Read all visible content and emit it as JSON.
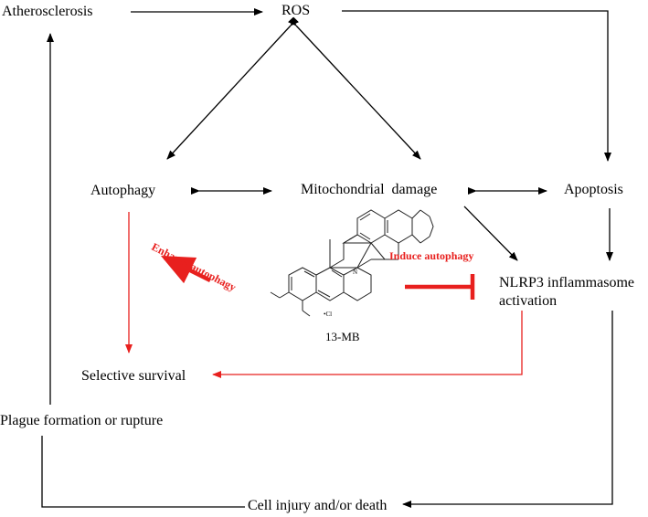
{
  "nodes": {
    "atherosclerosis": "Atherosclerosis",
    "ros": "ROS",
    "autophagy": "Autophagy",
    "mito": "Mitochondrial  damage",
    "apoptosis": "Apoptosis",
    "nlrp3_line1": "NLRP3 inflammasome",
    "nlrp3_line2": "activation",
    "selective": "Selective survival",
    "plague": "Plague formation or rupture",
    "cell_injury": "Cell injury and/or death"
  },
  "annotations": {
    "enhance": "Enhance autophagy",
    "induce": "Induce autophagy"
  },
  "compound": {
    "name": "13-MB",
    "n_plus": "N",
    "cl": "•Cl"
  },
  "colors": {
    "black": "#000000",
    "red": "#e8201e"
  }
}
